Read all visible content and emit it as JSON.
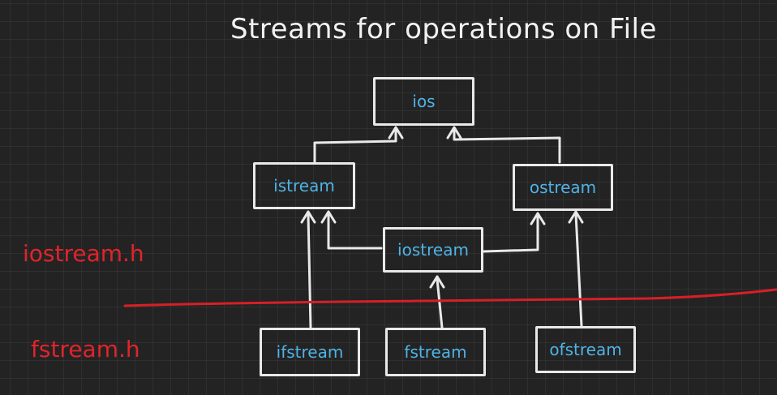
{
  "title": "Streams for operations on File",
  "nodes": {
    "ios": "ios",
    "istream": "istream",
    "ostream": "ostream",
    "iostream": "iostream",
    "ifstream": "ifstream",
    "fstream": "fstream",
    "ofstream": "ofstream"
  },
  "headers": {
    "iostream_h": "iostream.h",
    "fstream_h": "fstream.h"
  },
  "colors": {
    "background": "#232323",
    "box_stroke": "#e9e9e9",
    "node_text": "#4fb3e6",
    "title_text": "#f2f2f2",
    "header_text": "#e0242b",
    "divider": "#d71f27"
  },
  "edges": [
    {
      "from": "istream",
      "to": "ios"
    },
    {
      "from": "ostream",
      "to": "ios"
    },
    {
      "from": "iostream",
      "to": "istream"
    },
    {
      "from": "iostream",
      "to": "ostream"
    },
    {
      "from": "ifstream",
      "to": "istream"
    },
    {
      "from": "fstream",
      "to": "iostream"
    },
    {
      "from": "ofstream",
      "to": "ostream"
    }
  ]
}
